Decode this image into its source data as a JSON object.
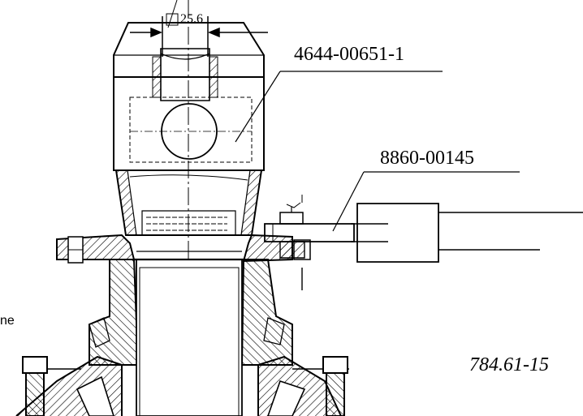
{
  "drawing": {
    "dimension_label": "25.6",
    "callouts": [
      {
        "part_number": "4644-00651-1"
      },
      {
        "part_number": "8860-00145"
      }
    ],
    "figure_number": "784.61-15",
    "edge_text_fragment": "ne"
  },
  "colors": {
    "line": "#000000",
    "hatch": "#000000",
    "background": "#ffffff"
  }
}
